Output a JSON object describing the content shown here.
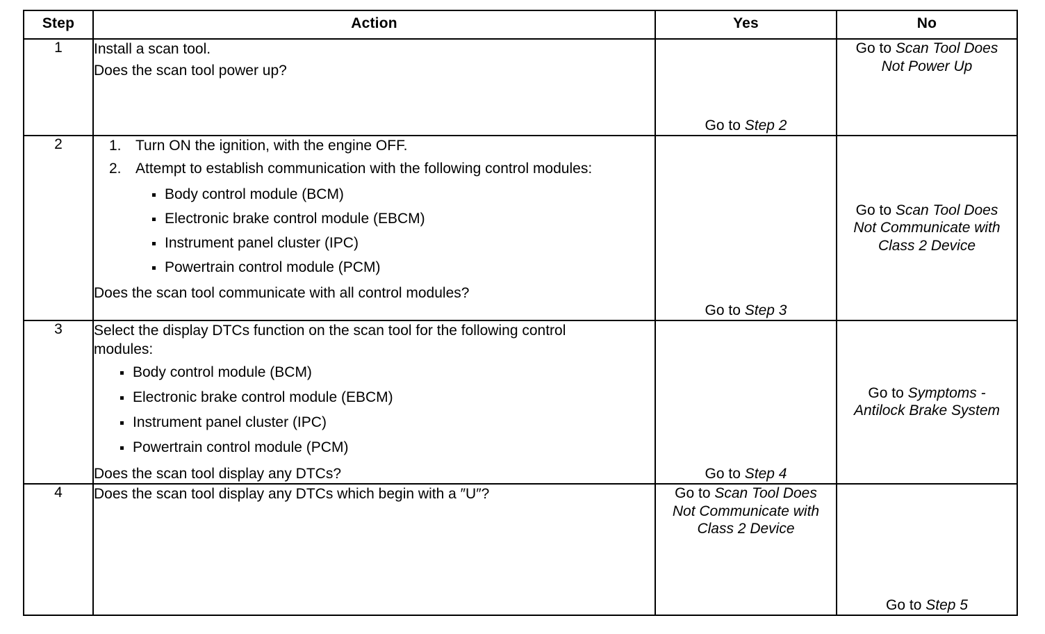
{
  "table": {
    "columns": [
      {
        "key": "step",
        "label": "Step"
      },
      {
        "key": "action",
        "label": "Action"
      },
      {
        "key": "yes",
        "label": "Yes"
      },
      {
        "key": "no",
        "label": "No"
      }
    ],
    "rows": [
      {
        "step": "1",
        "action": {
          "lines": [
            "Install a scan tool.",
            "Does the scan tool power up?"
          ]
        },
        "yes": {
          "prefix": "Go to ",
          "reference": "Step 2",
          "align": "bottom"
        },
        "no": {
          "prefix": "Go to ",
          "reference": "Scan Tool Does Not Power Up",
          "align": "top"
        }
      },
      {
        "step": "2",
        "action": {
          "numbered": [
            "Turn ON the ignition, with the engine OFF.",
            "Attempt to establish communication with the following control modules:"
          ],
          "numbers": [
            "1.",
            "2."
          ],
          "bullets": [
            "Body control module (BCM)",
            "Electronic brake control module (EBCM)",
            "Instrument panel cluster (IPC)",
            "Powertrain control module (PCM)"
          ],
          "question": "Does the scan tool communicate with all control modules?"
        },
        "yes": {
          "prefix": "Go to ",
          "reference": "Step 3",
          "align": "bottom"
        },
        "no": {
          "prefix": "Go to ",
          "reference": "Scan Tool Does Not Communicate with Class 2 Device",
          "align": "middle"
        }
      },
      {
        "step": "3",
        "action": {
          "intro": "Select the display DTCs function on the scan tool for the following control modules:",
          "bullets": [
            "Body control module (BCM)",
            "Electronic brake control module (EBCM)",
            "Instrument panel cluster (IPC)",
            "Powertrain control module (PCM)"
          ],
          "question": "Does the scan tool display any DTCs?"
        },
        "yes": {
          "prefix": "Go to ",
          "reference": "Step 4",
          "align": "bottom"
        },
        "no": {
          "prefix": "Go to ",
          "reference": "Symptoms - Antilock Brake System",
          "align": "middle"
        }
      },
      {
        "step": "4",
        "action": {
          "lines": [
            "Does the scan tool display any DTCs which begin with a ″U″?"
          ]
        },
        "yes": {
          "prefix": "Go to ",
          "reference": "Scan Tool Does Not Communicate with Class 2 Device",
          "align": "top"
        },
        "no": {
          "prefix": "Go to ",
          "reference": "Step 5",
          "align": "bottom"
        }
      }
    ]
  }
}
